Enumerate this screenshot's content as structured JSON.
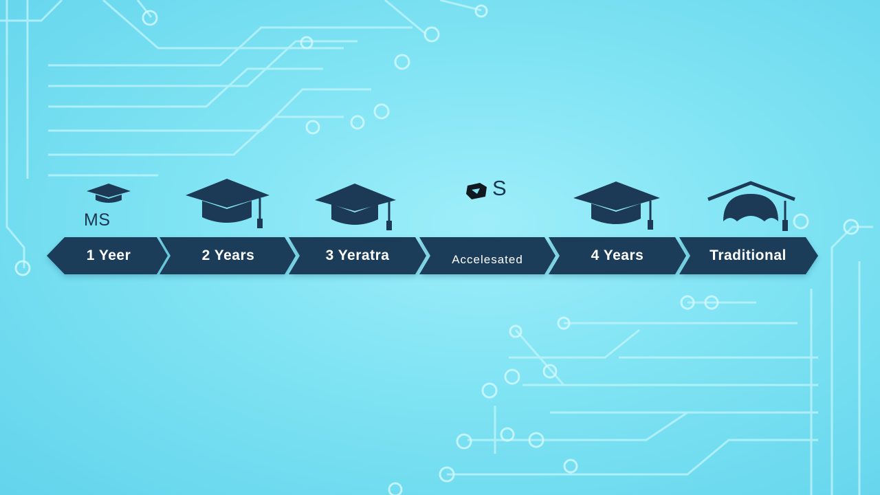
{
  "icon_labels": {
    "first": "MS",
    "fourth": "S"
  },
  "stages": [
    {
      "label": "1 Yeer"
    },
    {
      "label": "2 Years"
    },
    {
      "label": "3 Yeratra"
    },
    {
      "label": "Accelesated"
    },
    {
      "label": "4 Years"
    },
    {
      "label": "Traditional"
    }
  ],
  "colors": {
    "background": "#7fe3f3",
    "arrow_fill": "#1f3e5a",
    "icon_fill": "#1c3a55",
    "text": "#ffffff",
    "circuit_lines": "#b8f2fb"
  },
  "icons": [
    "graduation-cap-icon",
    "graduation-cap-icon",
    "graduation-cap-icon",
    "tag-icon",
    "graduation-cap-icon",
    "roof-cap-icon"
  ]
}
